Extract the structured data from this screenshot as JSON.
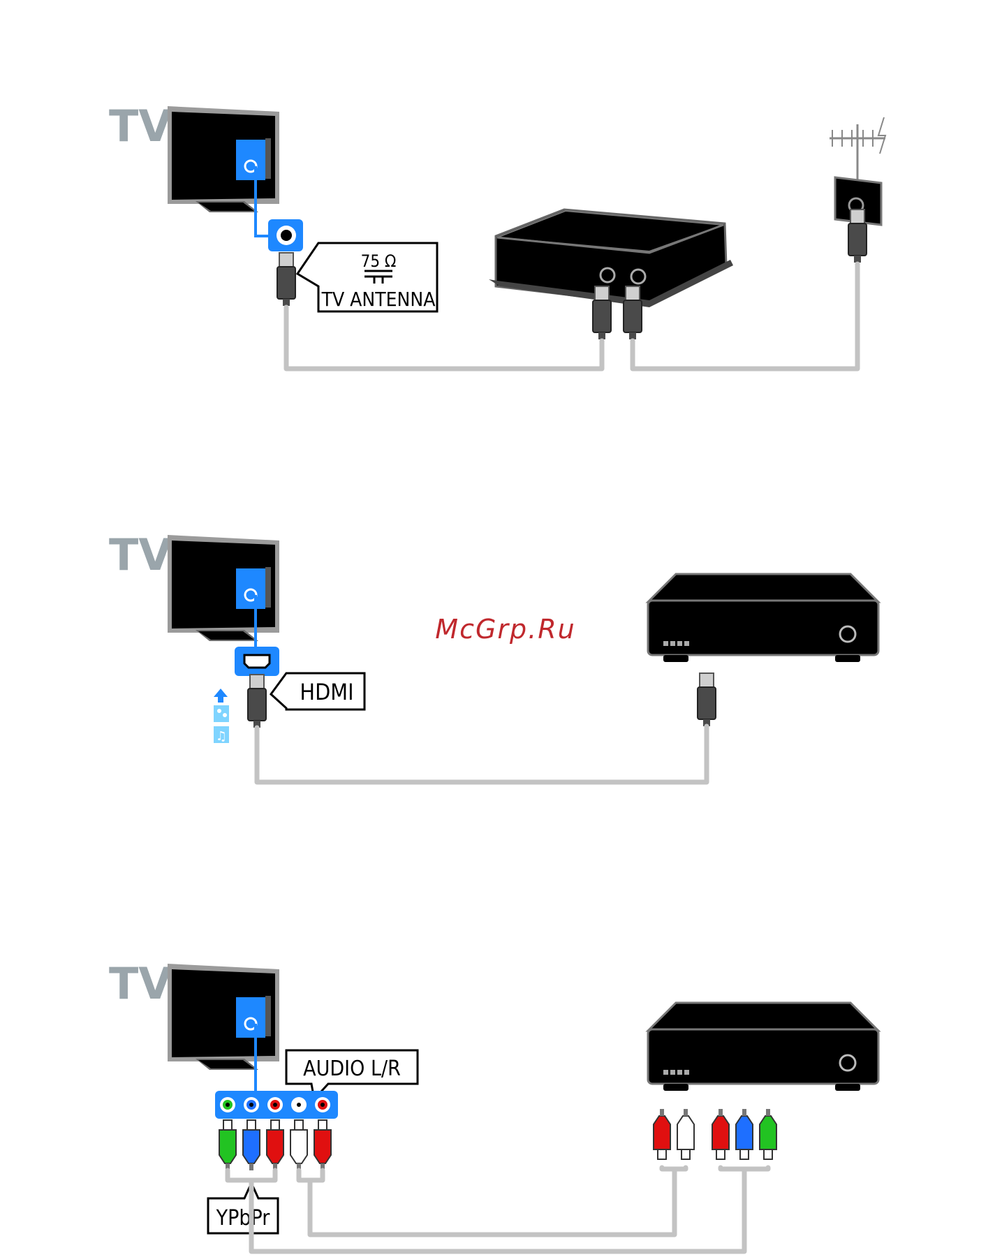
{
  "panels": [
    {
      "id": "antenna",
      "tv_label": "TV",
      "callout_line1": "75 Ω",
      "callout_line2": "TV ANTENNA"
    },
    {
      "id": "hdmi",
      "tv_label": "TV",
      "callout": "HDMI"
    },
    {
      "id": "component",
      "tv_label": "TV",
      "audio_label": "AUDIO L/R",
      "video_label": "YPbPr"
    }
  ],
  "watermark": "McGrp.Ru",
  "colors": {
    "tv_label": "#9aa5ab",
    "port_blue": "#1e88ff",
    "cable": "#c3c3c3",
    "watermark": "#c0282d",
    "rca_green": "#22c322",
    "rca_blue": "#1e6fff",
    "rca_red": "#e01010",
    "rca_white": "#ffffff"
  },
  "icons": [
    "antenna-icon",
    "wall-socket-icon",
    "hdmi-port-icon",
    "video-icon",
    "music-icon",
    "upload-arrow-icon"
  ]
}
